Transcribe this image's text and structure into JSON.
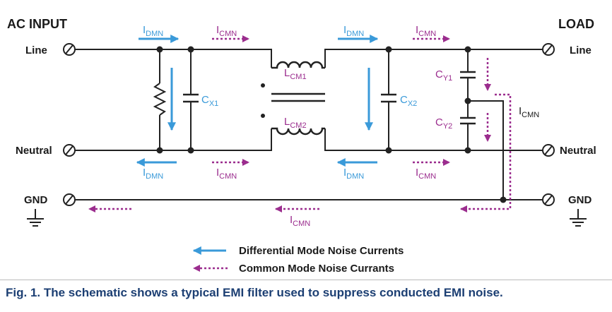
{
  "headers": {
    "ac_input": "AC INPUT",
    "load": "LOAD"
  },
  "terminals": {
    "line": "Line",
    "neutral": "Neutral",
    "gnd": "GND"
  },
  "components": {
    "cx1": {
      "main": "C",
      "sub": "X1"
    },
    "cx2": {
      "main": "C",
      "sub": "X2"
    },
    "lcm1": {
      "main": "L",
      "sub": "CM1"
    },
    "lcm2": {
      "main": "L",
      "sub": "CM2"
    },
    "cy1": {
      "main": "C",
      "sub": "Y1"
    },
    "cy2": {
      "main": "C",
      "sub": "Y2"
    }
  },
  "currents": {
    "dm": {
      "main": "I",
      "sub": "DMN"
    },
    "cm": {
      "main": "I",
      "sub": "CMN"
    }
  },
  "legend": {
    "differential": "Differential Mode Noise Currents",
    "common": "Common Mode Noise Currants"
  },
  "caption": "Fig. 1. The schematic shows a typical EMI filter used to suppress conducted EMI noise.",
  "colors": {
    "differential": "#3a9ad9",
    "common": "#9b2d8e",
    "wire": "#222222",
    "caption": "#1c3f73"
  }
}
